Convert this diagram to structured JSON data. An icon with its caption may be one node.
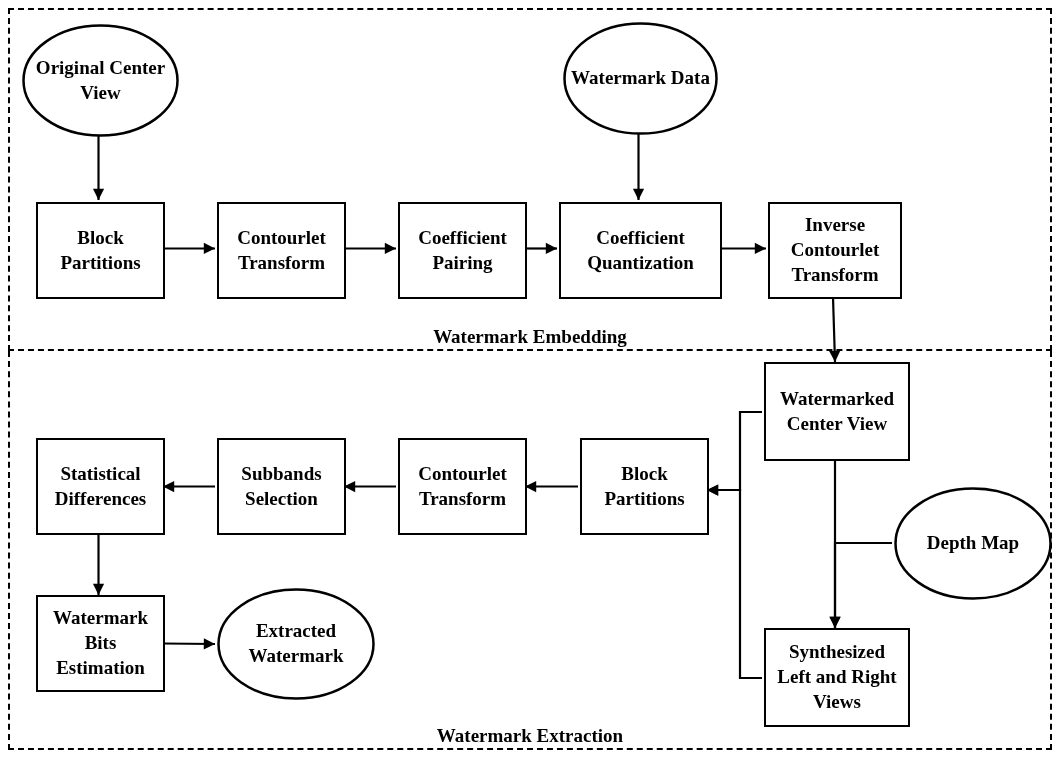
{
  "diagram": {
    "nodes": [
      {
        "text": [
          "Watermark Embedding"
        ]
      },
      {
        "text": [
          "Watermark Extraction"
        ]
      },
      {
        "text": [
          "Original Center View"
        ],
        "in": 0
      },
      {
        "text": [
          "Block Partitions"
        ],
        "in": 0
      },
      {
        "text": [
          "Contourlet Transform"
        ],
        "in": 0
      },
      {
        "text": [
          "Coefficient Pairing"
        ],
        "in": 0
      },
      {
        "text": [
          "Watermark Data"
        ],
        "in": 0
      },
      {
        "text": [
          "Coefficient Quantization"
        ],
        "in": 0
      },
      {
        "text": [
          "Inverse Contourlet Transform"
        ],
        "in": 0
      },
      {
        "text": [
          "Watermarked Center View"
        ],
        "in": 1
      },
      {
        "text": [
          "Block Partitions"
        ],
        "in": 1
      },
      {
        "text": [
          "Contourlet Transform"
        ],
        "in": 1
      },
      {
        "text": [
          "Subbands Selection"
        ],
        "in": 1
      },
      {
        "text": [
          "Statistical Differences"
        ],
        "in": 1
      },
      {
        "text": [
          "Depth Map"
        ],
        "in": 1
      },
      {
        "text": [
          "Synthesized Left and Right Views"
        ],
        "in": 1
      },
      {
        "text": [
          "Watermark Bits Estimation"
        ],
        "in": 1
      },
      {
        "text": [
          "Extracted Watermark"
        ],
        "in": 1
      }
    ],
    "edges": [
      {
        "from": 2,
        "to": 3,
        "arrow": "to"
      },
      {
        "from": 3,
        "to": 4,
        "arrow": "to"
      },
      {
        "from": 4,
        "to": 5,
        "arrow": "to"
      },
      {
        "from": 5,
        "to": 7,
        "arrow": "to"
      },
      {
        "from": 6,
        "to": 7,
        "arrow": "to"
      },
      {
        "from": 7,
        "to": 8,
        "arrow": "to"
      },
      {
        "from": 8,
        "to": 9,
        "arrow": "to"
      },
      {
        "from": 9,
        "to": 10,
        "arrow": "to"
      },
      {
        "from": 15,
        "to": 10,
        "arrow": "to"
      },
      {
        "from": 9,
        "to": 15,
        "arrow": "to"
      },
      {
        "from": 14,
        "to": 15,
        "arrow": "to"
      },
      {
        "from": 10,
        "to": 11,
        "arrow": "to"
      },
      {
        "from": 11,
        "to": 12,
        "arrow": "to"
      },
      {
        "from": 12,
        "to": 13,
        "arrow": "to"
      },
      {
        "from": 13,
        "to": 16,
        "arrow": "to"
      },
      {
        "from": 16,
        "to": 17,
        "arrow": "to"
      }
    ]
  }
}
